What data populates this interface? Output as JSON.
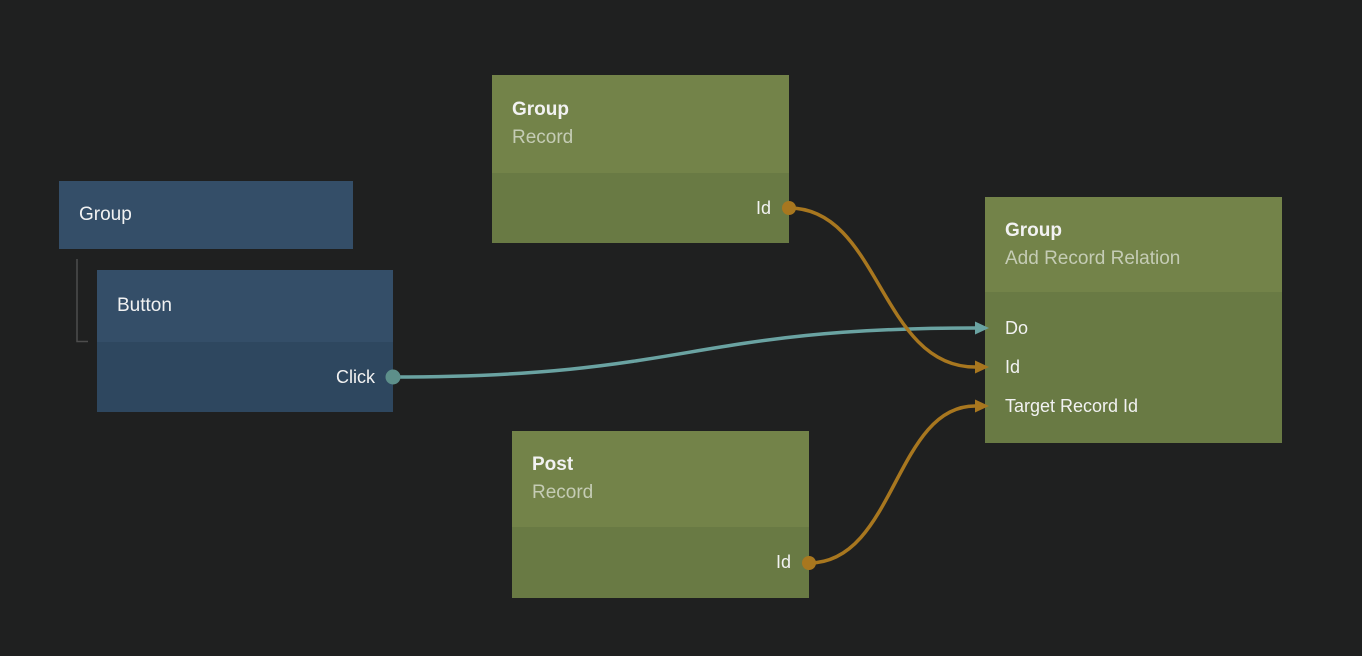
{
  "canvas": {
    "background": "#1f2020"
  },
  "colors": {
    "blue_header": "#344e68",
    "blue_body": "#2e475f",
    "green_header": "#738349",
    "green_body": "#697a44",
    "signal": "#6aa3a2",
    "signal_dot": "#5d8f8a",
    "data": "#a8771f",
    "hierarchy": "#4d4d4d",
    "title_text": "#f2f2f2",
    "subtitle_text": "#c5ccb5"
  },
  "nodes": {
    "group_visual": {
      "title": "Group"
    },
    "button": {
      "title": "Button",
      "outputs": [
        {
          "label": "Click"
        }
      ]
    },
    "group_record": {
      "title": "Group",
      "subtitle": "Record",
      "outputs": [
        {
          "label": "Id"
        }
      ]
    },
    "post_record": {
      "title": "Post",
      "subtitle": "Record",
      "outputs": [
        {
          "label": "Id"
        }
      ]
    },
    "add_record_relation": {
      "title": "Group",
      "subtitle": "Add Record Relation",
      "inputs": [
        {
          "label": "Do"
        },
        {
          "label": "Id"
        },
        {
          "label": "Target Record Id"
        }
      ]
    }
  },
  "connections": [
    {
      "from": "Button.Click",
      "to": "Group (Add Record Relation).Do",
      "type": "signal"
    },
    {
      "from": "Group (Record).Id",
      "to": "Group (Add Record Relation).Id",
      "type": "data"
    },
    {
      "from": "Post (Record).Id",
      "to": "Group (Add Record Relation).Target Record Id",
      "type": "data"
    }
  ]
}
